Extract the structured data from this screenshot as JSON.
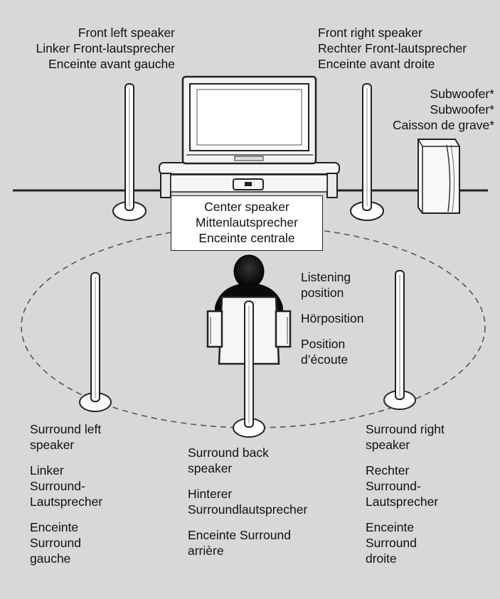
{
  "labels": {
    "front_left": [
      "Front left speaker",
      "Linker Front-lautsprecher",
      "Enceinte avant gauche"
    ],
    "front_right": [
      "Front right speaker",
      "Rechter Front-lautsprecher",
      "Enceinte avant droite"
    ],
    "subwoofer": [
      "Subwoofer*",
      "Subwoofer*",
      "Caisson de grave*"
    ],
    "center": [
      "Center speaker",
      "Mittenlautsprecher",
      "Enceinte centrale"
    ],
    "listening": [
      "Listening",
      "position",
      "Hörposition",
      "Position",
      "d’écoute"
    ],
    "surround_left": [
      "Surround left",
      "speaker",
      "Linker",
      "Surround-",
      "Lautsprecher",
      "Enceinte",
      "Surround",
      "gauche"
    ],
    "surround_back": [
      "Surround back",
      "speaker",
      "Hinterer",
      "Surroundlautsprecher",
      "Enceinte Surround",
      "arrière"
    ],
    "surround_right": [
      "Surround right",
      "speaker",
      "Rechter",
      "Surround-",
      "Lautsprecher",
      "Enceinte",
      "Surround",
      "droite"
    ]
  },
  "colors": {
    "background": "#d8d8d8",
    "line": "#222222",
    "fill": "#ffffff"
  }
}
